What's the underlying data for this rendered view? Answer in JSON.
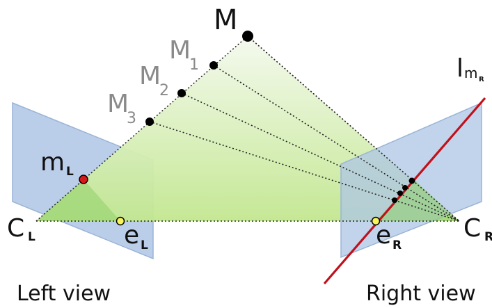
{
  "labels": {
    "M": "M",
    "M1": "M",
    "M1_sub": "1",
    "M2": "M",
    "M2_sub": "2",
    "M3": "M",
    "M3_sub": "3",
    "mL": "m",
    "mL_sub": "L",
    "CL": "C",
    "CL_sub": "L",
    "eL": "e",
    "eL_sub": "L",
    "CR": "C",
    "CR_sub": "R",
    "eR": "e",
    "eR_sub": "R",
    "lmR": "l",
    "lmR_sub": "m",
    "lmR_subsub": "R",
    "left_view": "Left view",
    "right_view": "Right view"
  },
  "colors": {
    "plane_fill": "#aec6e6",
    "plane_stroke": "#9ab4d6",
    "gradient_top": "#f4f9ee",
    "gradient_bottom": "#c2e78f",
    "epipolar_line": "#c0111b",
    "point_black": "#000000",
    "point_red": "#d11a1a",
    "point_yellow": "#f7f35a",
    "grey_label": "#8a8a8a",
    "black_label": "#111111"
  }
}
